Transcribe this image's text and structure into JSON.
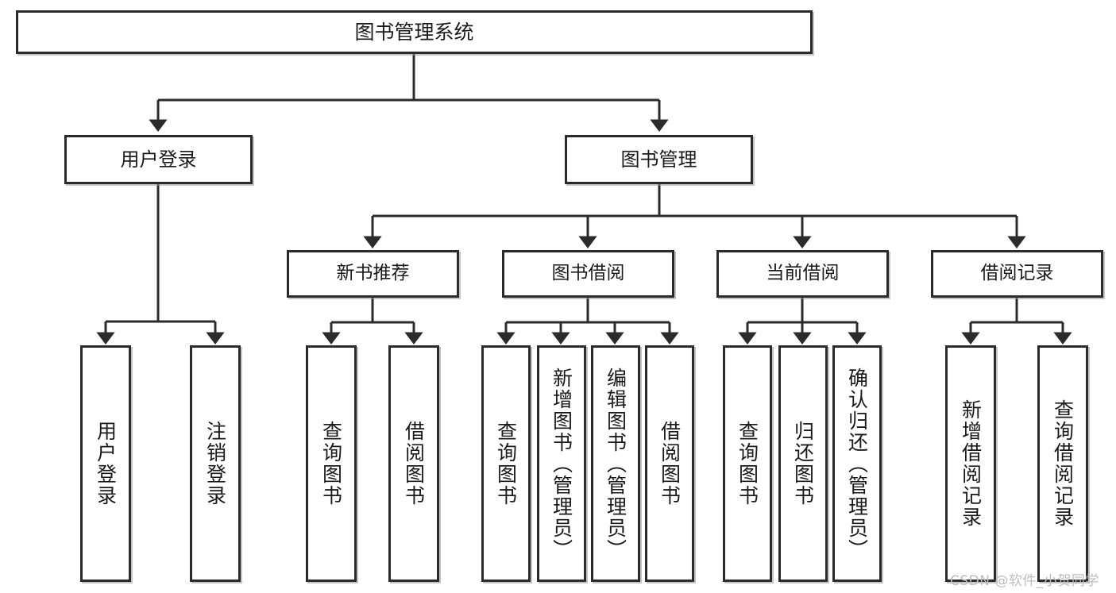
{
  "diagram": {
    "title": "图书管理系统",
    "type": "tree-hierarchy",
    "root": {
      "label": "图书管理系统"
    },
    "level1": [
      {
        "label": "用户登录"
      },
      {
        "label": "图书管理"
      }
    ],
    "level2": [
      {
        "label": "新书推荐"
      },
      {
        "label": "图书借阅"
      },
      {
        "label": "当前借阅"
      },
      {
        "label": "借阅记录"
      }
    ],
    "leaves": {
      "user_login": [
        {
          "label": "用户登录"
        },
        {
          "label": "注销登录"
        }
      ],
      "new_book": [
        {
          "label": "查询图书"
        },
        {
          "label": "借阅图书"
        }
      ],
      "book_borrow": [
        {
          "label": "查询图书"
        },
        {
          "label": "新增图书（管理员）"
        },
        {
          "label": "编辑图书（管理员）"
        },
        {
          "label": "借阅图书"
        }
      ],
      "current_borrow": [
        {
          "label": "查询图书"
        },
        {
          "label": "归还图书"
        },
        {
          "label": "确认归还（管理员）"
        }
      ],
      "borrow_record": [
        {
          "label": "新增借阅记录"
        },
        {
          "label": "查询借阅记录"
        }
      ]
    }
  },
  "watermark": {
    "text": "CSDN @软件_小贺同学"
  },
  "colors": {
    "border": "#2b2b2b",
    "background": "#ffffff",
    "text": "#1a1a1a",
    "watermark": "#bdbdbd"
  }
}
